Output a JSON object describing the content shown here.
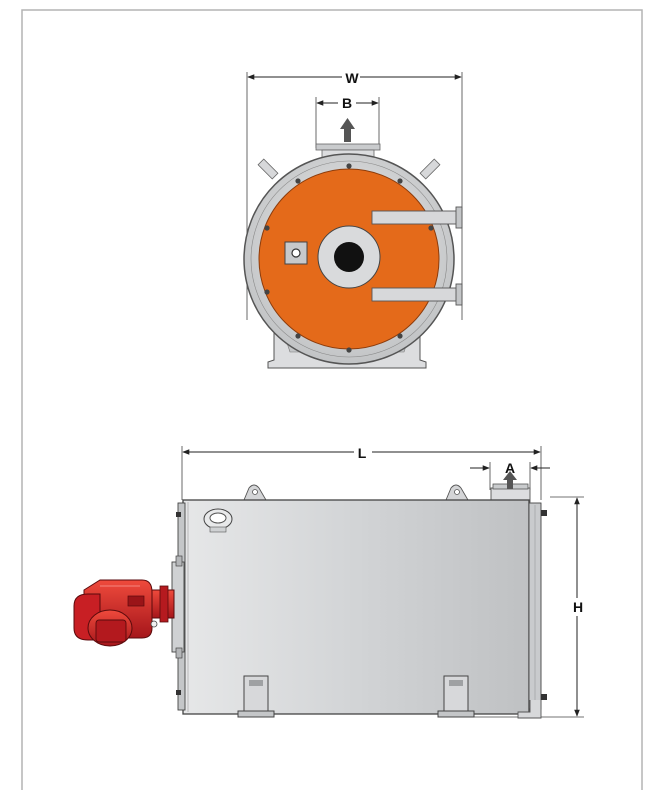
{
  "front_view": {
    "width_label": "W",
    "outlet_label": "B"
  },
  "side_view": {
    "length_label": "L",
    "outlet_label": "A",
    "height_label": "H"
  },
  "colors": {
    "front_plate": "#e46a1a",
    "burner": "#d8262a",
    "shell": "#d2d4d6",
    "frame_border": "#b4b4b4"
  }
}
